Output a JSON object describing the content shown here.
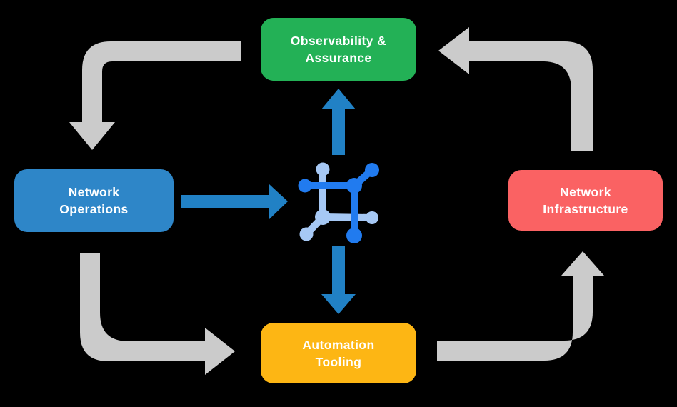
{
  "diagram": {
    "background_color": "#000000",
    "nodes": {
      "observability": {
        "line1": "Observability &",
        "line2": "Assurance",
        "color": "#23B156"
      },
      "operations": {
        "line1": "Network",
        "line2": "Operations",
        "color": "#2E86C8"
      },
      "infrastructure": {
        "line1": "Network",
        "line2": "Infrastructure",
        "color": "#FA6263"
      },
      "automation": {
        "line1": "Automation",
        "line2": "Tooling",
        "color": "#FDB614"
      }
    },
    "colors": {
      "cycle_arrow": "#CBCBCB",
      "flow_arrow": "#2181C5",
      "icon_dark": "#217BEF",
      "icon_light": "#A6C8F4",
      "node_text": "#FFFFFF"
    },
    "center_icon": "network-topology"
  }
}
